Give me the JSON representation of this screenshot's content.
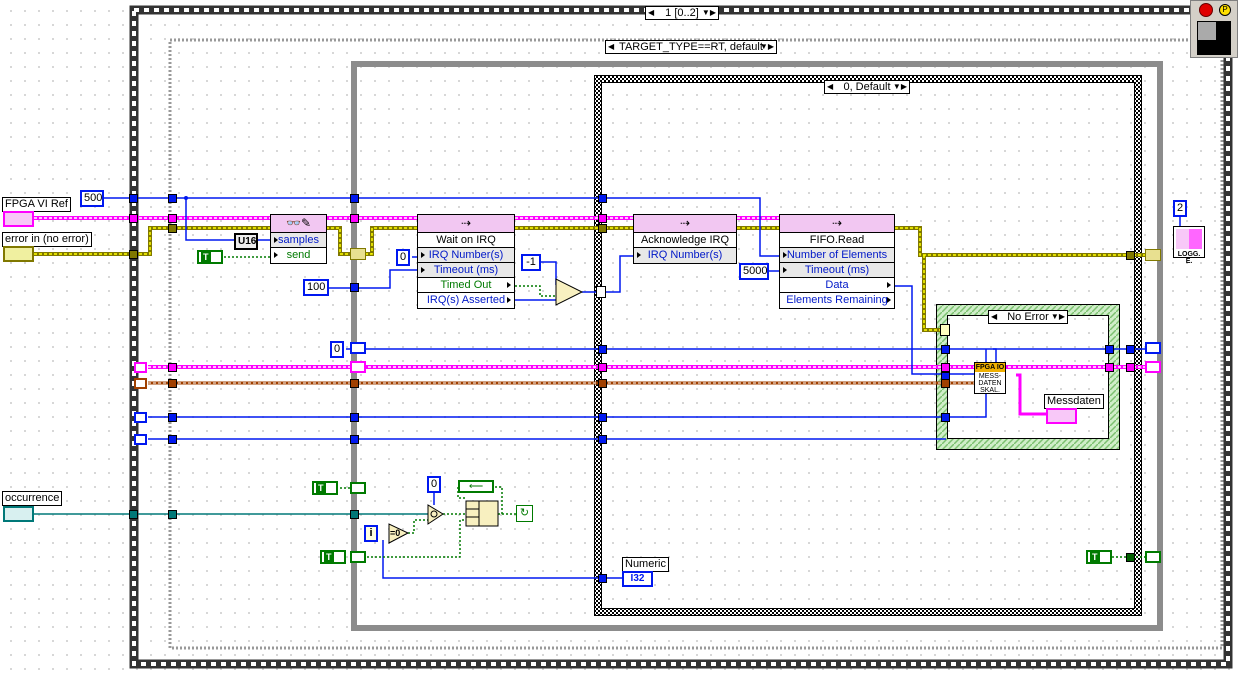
{
  "structures": {
    "sequence_selector": "1 [0..2]",
    "conditional_selector": "TARGET_TYPE==RT, default",
    "inner_case_selector": "0, Default",
    "error_case_selector": "No Error"
  },
  "controls": {
    "fpga_vi_ref": "FPGA VI Ref",
    "error_in": "error in (no error)",
    "occurrence": "occurrence"
  },
  "constants": {
    "c500": "500",
    "u16": "U16",
    "c0_irq": "0",
    "c100": "100",
    "cm1": "-1",
    "c5000": "5000",
    "c0_shift": "0",
    "c0_compare": "0",
    "c2": "2",
    "bool_true": "T"
  },
  "nodes": {
    "property_node": {
      "rows": [
        "samples",
        "send"
      ]
    },
    "wait_on_irq": {
      "title": "Wait on IRQ",
      "rows": [
        "IRQ Number(s)",
        "Timeout (ms)",
        "Timed Out",
        "IRQ(s) Asserted"
      ]
    },
    "acknowledge_irq": {
      "title": "Acknowledge IRQ",
      "rows": [
        "IRQ Number(s)"
      ]
    },
    "fifo_read": {
      "title": "FIFO.Read",
      "rows": [
        "Number of Elements",
        "Timeout (ms)",
        "Data",
        "Elements Remaining"
      ]
    },
    "subvi_messdaten": {
      "header": "FPGA IO",
      "body": "MESS-DATEN SKAL."
    },
    "subvi_logg": {
      "label": "LOGG. E."
    }
  },
  "indicators": {
    "messdaten": "Messdaten",
    "numeric": "Numeric",
    "numeric_type": "I32"
  },
  "primitives": {
    "iteration": "i",
    "equal_zero": "=0"
  },
  "colors": {
    "error_wire": "#ff00ff",
    "refnum_wire": "#807800",
    "numeric_wire": "#0018f0",
    "boolean_wire": "#007a00",
    "occurrence_wire": "#007878",
    "while_loop": "#8c8c8c",
    "case_error_border": "#a8e0a0"
  }
}
